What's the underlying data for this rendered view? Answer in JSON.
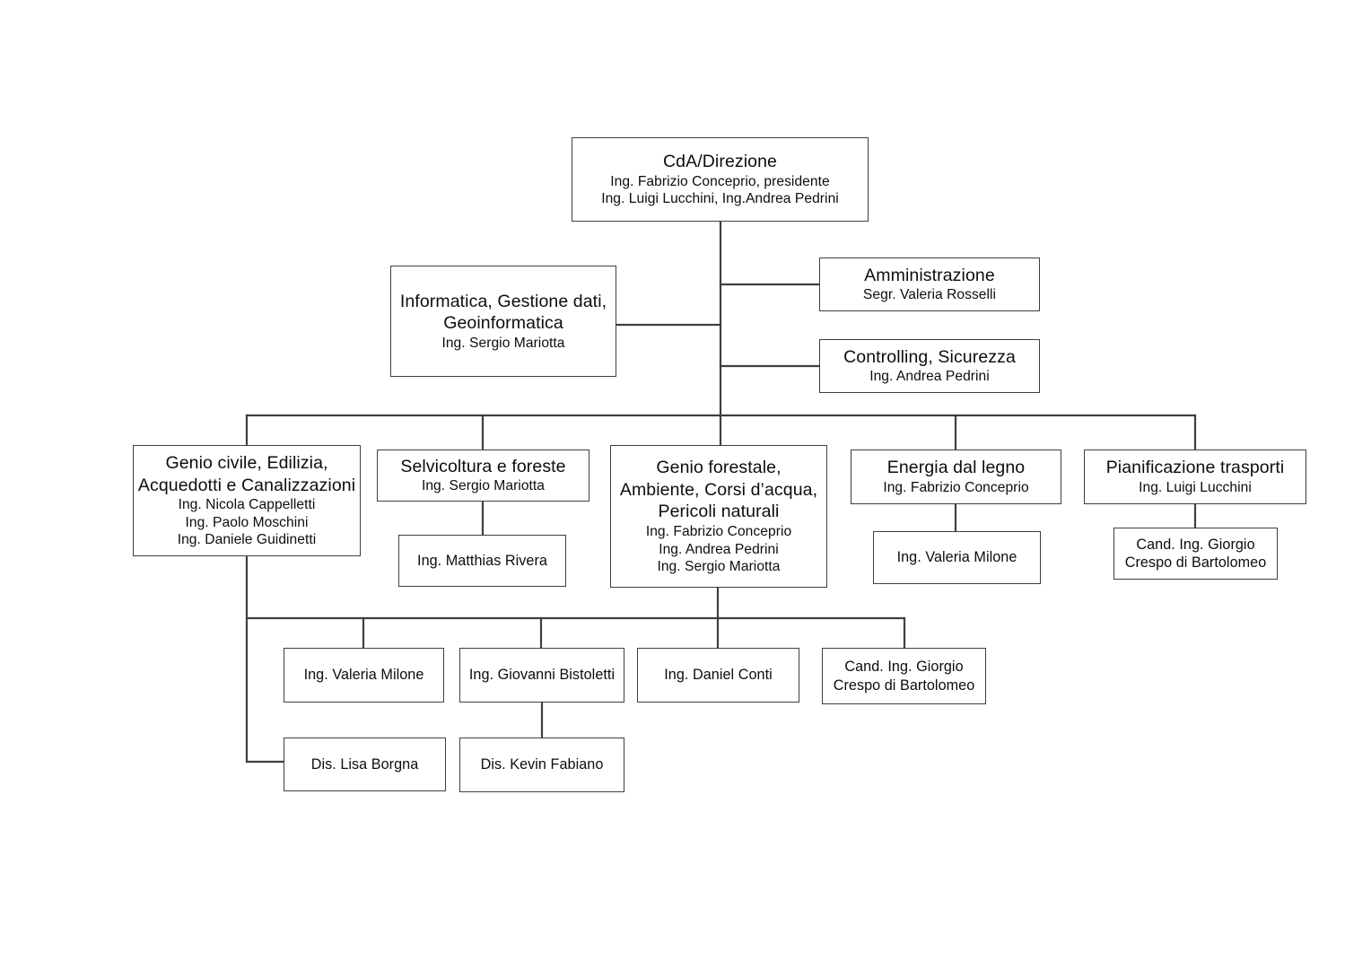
{
  "chart_type": "organization-chart",
  "nodes": {
    "cda": {
      "title": "CdA/Direzione",
      "lines": [
        "Ing. Fabrizio Conceprio, presidente",
        "Ing. Luigi Lucchini, Ing.Andrea Pedrini"
      ]
    },
    "informatica": {
      "title_line1": "Informatica, Gestione dati,",
      "title_line2": "Geoinformatica",
      "lines": [
        "Ing. Sergio Mariotta"
      ]
    },
    "amministrazione": {
      "title": "Amministrazione",
      "lines": [
        "Segr. Valeria Rosselli"
      ]
    },
    "controlling": {
      "title": "Controlling, Sicurezza",
      "lines": [
        "Ing. Andrea Pedrini"
      ]
    },
    "genio_civile": {
      "title_line1": "Genio civile, Edilizia,",
      "title_line2": "Acquedotti e Canalizzazioni",
      "lines": [
        "Ing. Nicola Cappelletti",
        "Ing. Paolo Moschini",
        "Ing. Daniele Guidinetti"
      ]
    },
    "selvicoltura": {
      "title": "Selvicoltura e foreste",
      "lines": [
        "Ing. Sergio Mariotta"
      ]
    },
    "genio_forestale": {
      "title_line1": "Genio forestale,",
      "title_line2": "Ambiente, Corsi d’acqua,",
      "title_line3": "Pericoli naturali",
      "lines": [
        "Ing. Fabrizio Conceprio",
        "Ing. Andrea Pedrini",
        "Ing. Sergio Mariotta"
      ]
    },
    "energia": {
      "title": "Energia dal legno",
      "lines": [
        "Ing. Fabrizio Conceprio"
      ]
    },
    "pianificazione": {
      "title": "Pianificazione trasporti",
      "lines": [
        "Ing. Luigi Lucchini"
      ]
    },
    "matthias_rivera": {
      "lines": [
        "Ing. Matthias Rivera"
      ]
    },
    "valeria_milone_energia": {
      "lines": [
        "Ing. Valeria Milone"
      ]
    },
    "giorgio_crespo_pianif": {
      "lines": [
        "Cand. Ing. Giorgio",
        "Crespo di Bartolomeo"
      ]
    },
    "valeria_milone": {
      "lines": [
        "Ing. Valeria Milone"
      ]
    },
    "giovanni_bistoletti": {
      "lines": [
        "Ing. Giovanni Bistoletti"
      ]
    },
    "daniel_conti": {
      "lines": [
        "Ing. Daniel Conti"
      ]
    },
    "giorgio_crespo": {
      "lines": [
        "Cand. Ing. Giorgio",
        "Crespo di Bartolomeo"
      ]
    },
    "lisa_borgna": {
      "lines": [
        "Dis. Lisa Borgna"
      ]
    },
    "kevin_fabiano": {
      "lines": [
        "Dis. Kevin Fabiano"
      ]
    }
  },
  "style": {
    "line_color": "#3f3f3f",
    "text_color": "#0d0d0d",
    "background": "#ffffff"
  }
}
